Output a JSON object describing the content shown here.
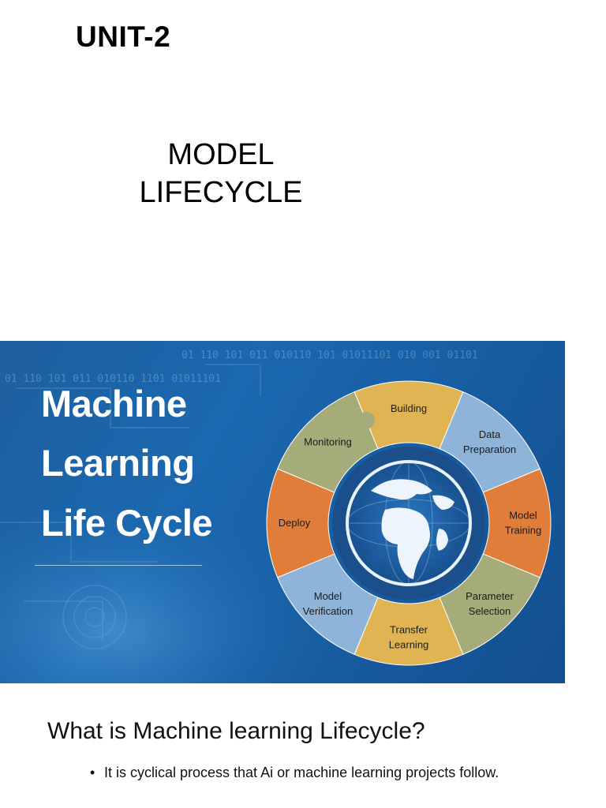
{
  "unit_title": "UNIT-2",
  "model_title": {
    "line1": "MODEL",
    "line2": "LIFECYCLE"
  },
  "banner": {
    "title_lines": [
      "Machine",
      "Learning",
      "Life Cycle"
    ],
    "binary_rows": [
      "01 110 101 011 010110 101 01011101 010 001 01101",
      "01 110 101 011 010110 1101 01011101"
    ],
    "cycle_segments": [
      {
        "label_lines": [
          "Building"
        ],
        "color": "#e0b453"
      },
      {
        "label_lines": [
          "Data",
          "Preparation"
        ],
        "color": "#8fb4d9"
      },
      {
        "label_lines": [
          "Model",
          "Training"
        ],
        "color": "#e07d3b"
      },
      {
        "label_lines": [
          "Parameter",
          "Selection"
        ],
        "color": "#a6ab7a"
      },
      {
        "label_lines": [
          "Transfer",
          "Learning"
        ],
        "color": "#e0b453"
      },
      {
        "label_lines": [
          "Model",
          "Verification"
        ],
        "color": "#8fb4d9"
      },
      {
        "label_lines": [
          "Deploy"
        ],
        "color": "#e07d3b"
      },
      {
        "label_lines": [
          "Monitoring"
        ],
        "color": "#a6ab7a"
      }
    ]
  },
  "question": "What is Machine learning Lifecycle?",
  "bullets": [
    {
      "marker": "•",
      "text": "It is cyclical process that Ai or machine learning projects follow."
    }
  ]
}
